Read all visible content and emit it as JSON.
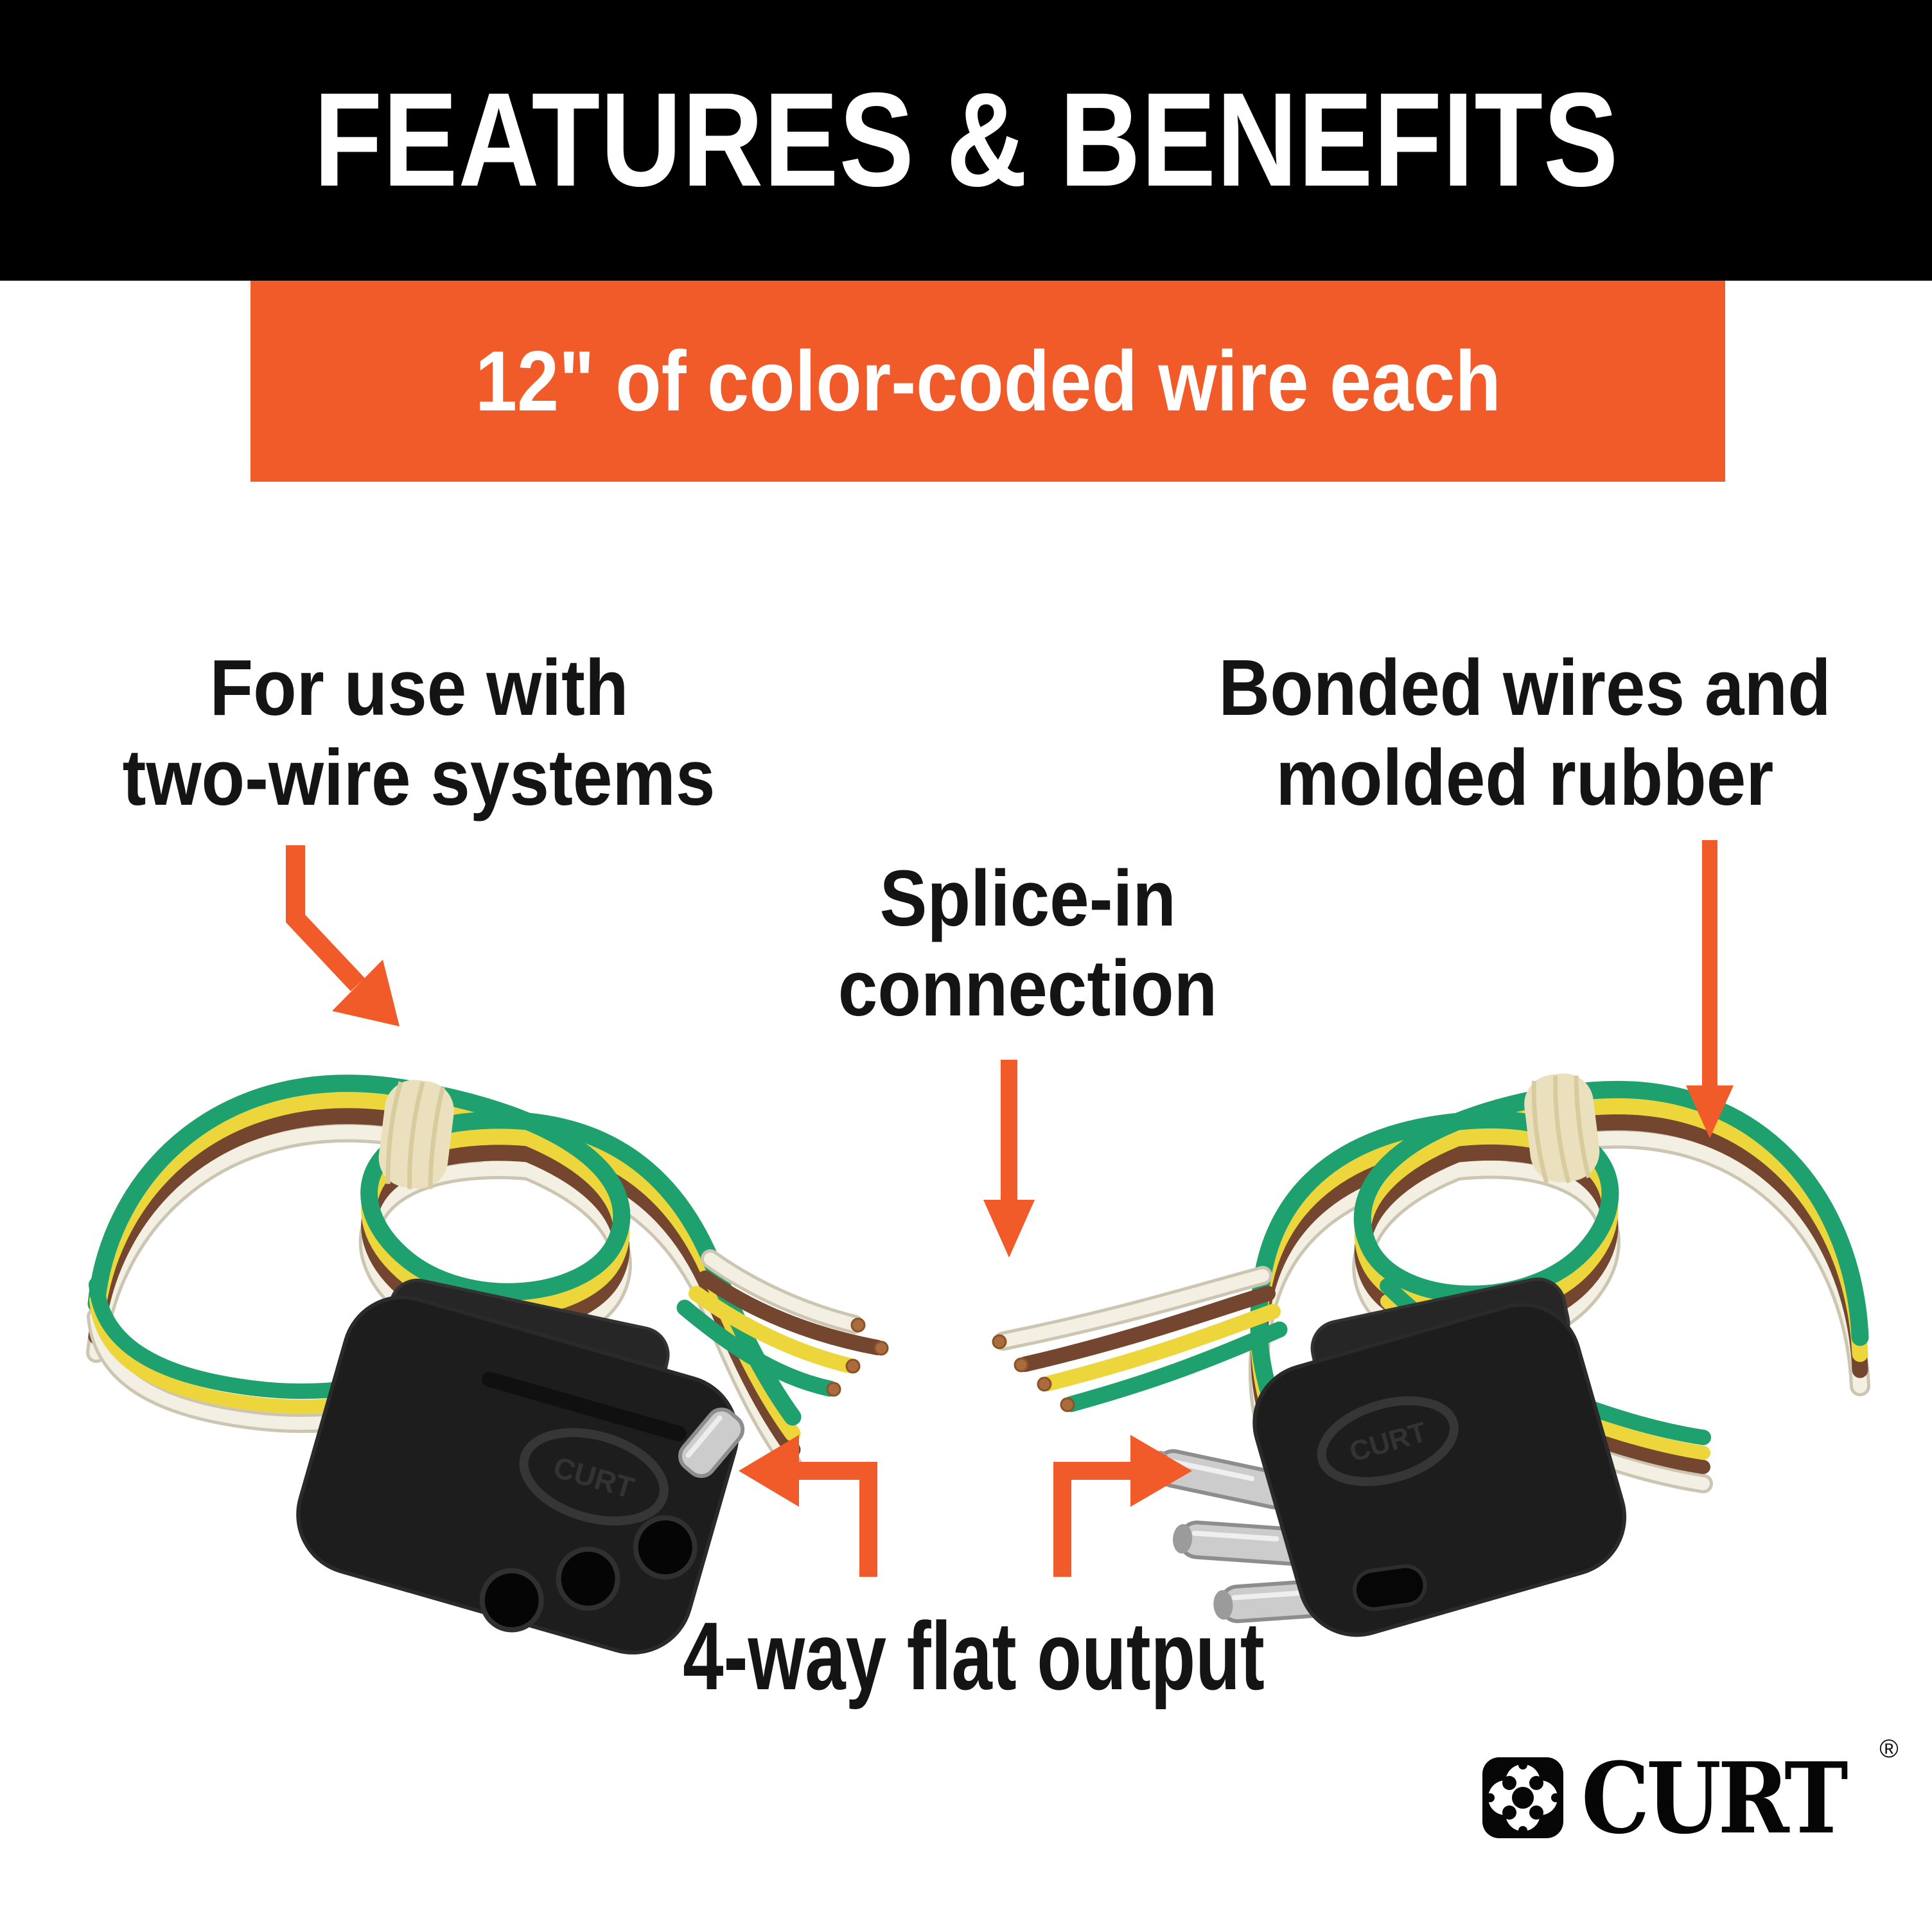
{
  "header": {
    "title": "FEATURES & BENEFITS"
  },
  "subheader": {
    "text": "12\" of color-coded wire each"
  },
  "callouts": {
    "left": {
      "line1": "For use with",
      "line2": "two-wire systems"
    },
    "right": {
      "line1": "Bonded wires and",
      "line2": "molded rubber"
    },
    "center": {
      "line1": "Splice-in",
      "line2": "connection"
    },
    "bottom": {
      "text": "4-way flat output"
    }
  },
  "brand": {
    "wordmark": "CURT",
    "registered": "®",
    "connector_stamp": "CURT"
  },
  "colors": {
    "banner_black": "#000000",
    "accent_orange": "#F15A29",
    "text_black": "#141414",
    "text_white": "#FFFFFF",
    "wire_green": "#1EA16E",
    "wire_yellow": "#EDD63B",
    "wire_brown": "#74462F",
    "wire_white": "#F3EFE3",
    "wire_white_casing": "#CBC5B2",
    "rubber_band": "#EAE0BD",
    "rubber_band_line": "#D8CC9E",
    "connector_body": "#1D1D1D",
    "pin_silver": "#CCCCCC",
    "copper": "#AA6B3D"
  },
  "icons": {
    "left_callout_arrow": "elbow-down-right-arrow",
    "center_callout_arrow": "down-arrow",
    "right_callout_arrow": "down-arrow",
    "output_left_arrow": "elbow-left-arrow",
    "output_right_arrow": "elbow-right-arrow",
    "logo_icon": "curt-clover"
  }
}
